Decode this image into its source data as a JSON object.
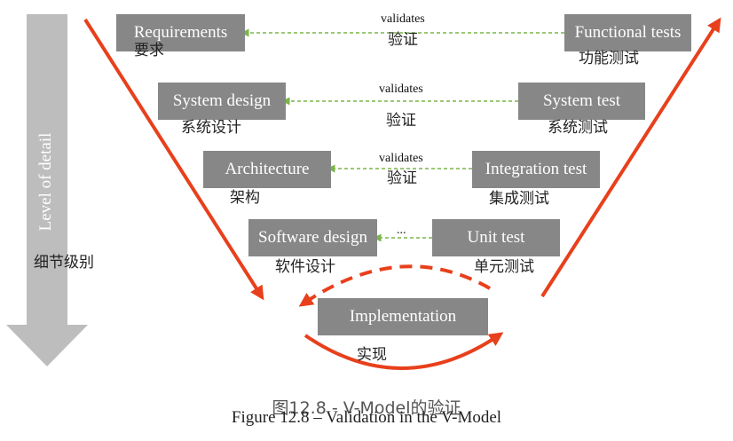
{
  "level_axis": {
    "label": "Level of detail",
    "label_zh": "细节级别"
  },
  "rows": [
    {
      "left": "Requirements",
      "left_zh": "要求",
      "right": "Functional tests",
      "right_zh": "功能测试",
      "link": "validates",
      "link_zh": "验证"
    },
    {
      "left": "System design",
      "left_zh": "系统设计",
      "right": "System test",
      "right_zh": "系统测试",
      "link": "validates",
      "link_zh": "验证"
    },
    {
      "left": "Architecture",
      "left_zh": "架构",
      "right": "Integration test",
      "right_zh": "集成测试",
      "link": "validates",
      "link_zh": "验证"
    },
    {
      "left": "Software design",
      "left_zh": "软件设计",
      "right": "Unit test",
      "right_zh": "单元测试",
      "link": "..."
    }
  ],
  "bottom": {
    "label": "Implementation",
    "label_zh": "实现"
  },
  "caption": {
    "zh": "图12.8 - V-Model的验证",
    "en": "Figure 12.8 – Validation in the V-Model"
  },
  "colors": {
    "box": "#878787",
    "arrow": "#e8401c",
    "link": "#7ab648",
    "axis": "#bdbdbd"
  }
}
